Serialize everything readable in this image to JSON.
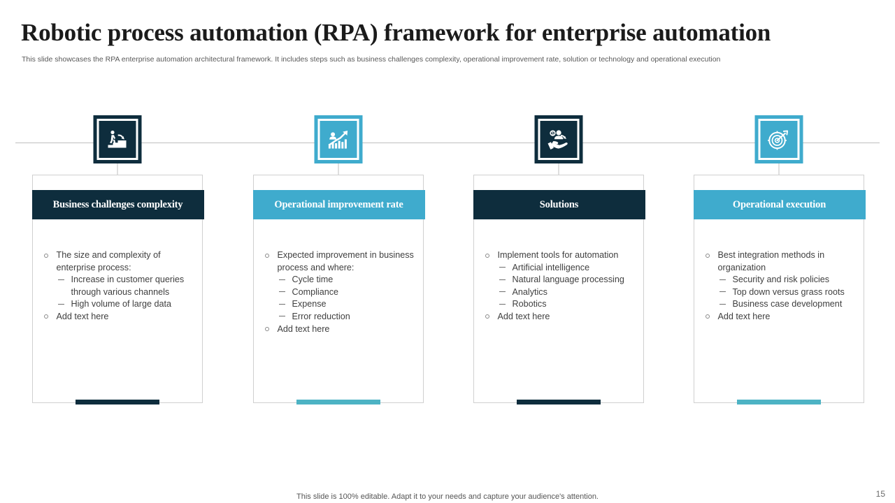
{
  "slide": {
    "title": "Robotic process automation (RPA) framework for enterprise automation",
    "subtitle": "This slide showcases the RPA enterprise automation architectural framework. It includes steps such as business challenges complexity, operational improvement rate, solution or technology and operational execution",
    "footer_note": "This slide is 100% editable. Adapt it to your needs and capture your audience's attention.",
    "page_number": "15"
  },
  "colors": {
    "dark_navy": "#0e2d3d",
    "teal": "#3fabcd",
    "card_border": "#d0d0d0",
    "rail": "#bfbfbf",
    "body_text": "#3f3f3f",
    "title_text": "#1b1b1b",
    "subtitle_text": "#595959"
  },
  "columns": [
    {
      "icon_name": "person-climbing-stairs-icon",
      "icon_theme": "dark",
      "header": "Business challenges complexity",
      "header_theme": "dark",
      "accent_theme": "dark",
      "bullets": [
        {
          "text": "The size and complexity of enterprise process:",
          "sub": [
            "Increase in customer queries through various channels",
            "High volume of large data"
          ]
        },
        {
          "text": "Add text here",
          "sub": []
        }
      ]
    },
    {
      "icon_name": "growth-bar-chart-icon",
      "icon_theme": "teal",
      "header": "Operational improvement rate",
      "header_theme": "teal",
      "accent_theme": "teal",
      "bullets": [
        {
          "text": "Expected improvement in business process and where:",
          "sub": [
            "Cycle time",
            "Compliance",
            "Expense",
            "Error reduction"
          ]
        },
        {
          "text": "Add text here",
          "sub": []
        }
      ]
    },
    {
      "icon_name": "hand-holding-customer-value-icon",
      "icon_theme": "dark",
      "header": "Solutions",
      "header_theme": "dark",
      "accent_theme": "dark",
      "bullets": [
        {
          "text": "Implement tools for automation",
          "sub": [
            "Artificial intelligence",
            "Natural language processing",
            "Analytics",
            "Robotics"
          ]
        },
        {
          "text": "Add text here",
          "sub": []
        }
      ]
    },
    {
      "icon_name": "target-dartboard-icon",
      "icon_theme": "teal",
      "header": "Operational execution",
      "header_theme": "teal",
      "accent_theme": "teal",
      "bullets": [
        {
          "text": "Best integration methods in organization",
          "sub": [
            "Security and risk policies",
            "Top down versus grass roots",
            "Business case development"
          ]
        },
        {
          "text": "Add text here",
          "sub": []
        }
      ]
    }
  ]
}
